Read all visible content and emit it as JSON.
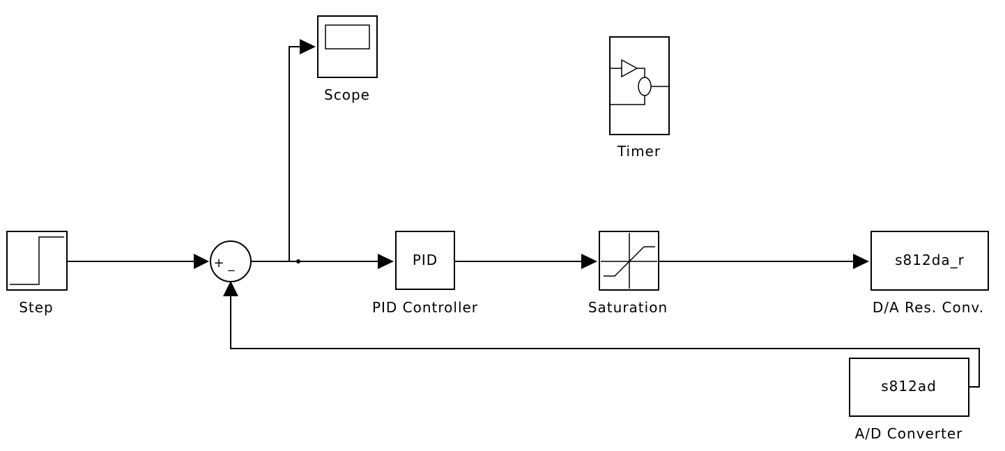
{
  "blocks": {
    "step": {
      "label": "Step"
    },
    "sum": {
      "signs": [
        "+",
        "_"
      ]
    },
    "scope": {
      "label": "Scope"
    },
    "timer": {
      "label": "Timer"
    },
    "pid": {
      "text": "PID",
      "label": "PID Controller"
    },
    "saturation": {
      "label": "Saturation"
    },
    "da": {
      "text": "s812da_r",
      "label": "D/A Res. Conv."
    },
    "ad": {
      "text": "s812ad",
      "label": "A/D Converter"
    }
  }
}
